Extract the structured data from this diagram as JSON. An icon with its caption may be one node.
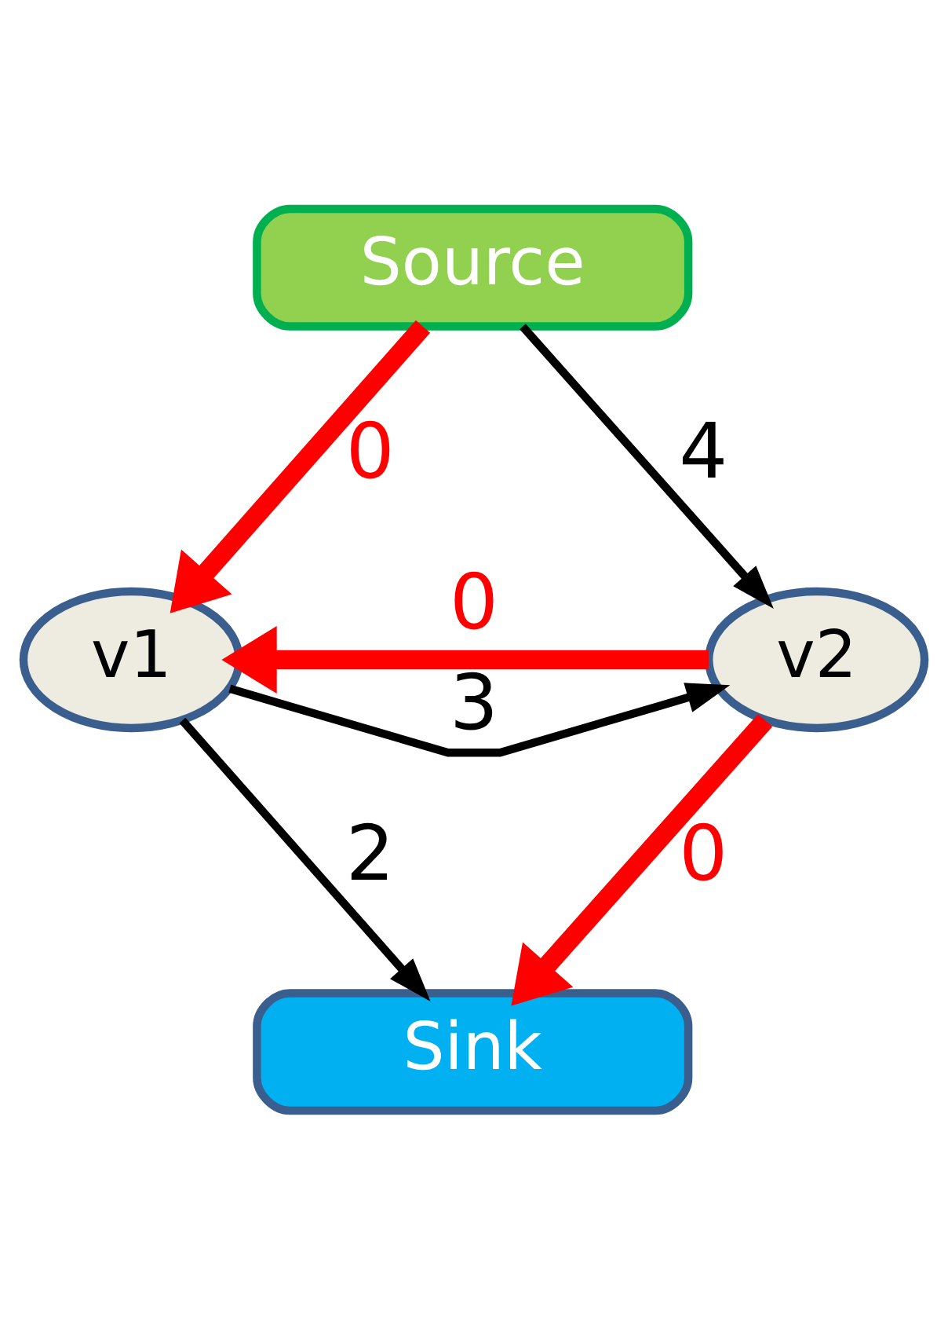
{
  "diagram": {
    "nodes": [
      {
        "text": [
          "Source"
        ]
      },
      {
        "text": [
          "v1"
        ]
      },
      {
        "text": [
          "v2"
        ]
      },
      {
        "text": [
          "Sink"
        ]
      }
    ],
    "edges": [
      {
        "from": 0,
        "to": 1,
        "arrow": "to",
        "label": "0",
        "style": "thick",
        "color": "#ff0000"
      },
      {
        "from": 0,
        "to": 2,
        "arrow": "to",
        "label": "4",
        "color": "#000000"
      },
      {
        "from": 2,
        "to": 1,
        "arrow": "to",
        "label": "0",
        "style": "thick",
        "color": "#ff0000"
      },
      {
        "from": 1,
        "to": 2,
        "arrow": "to",
        "label": "3",
        "color": "#000000"
      },
      {
        "from": 1,
        "to": 3,
        "arrow": "to",
        "label": "2",
        "color": "#000000"
      },
      {
        "from": 2,
        "to": 3,
        "arrow": "to",
        "label": "0",
        "style": "thick",
        "color": "#ff0000"
      }
    ]
  }
}
